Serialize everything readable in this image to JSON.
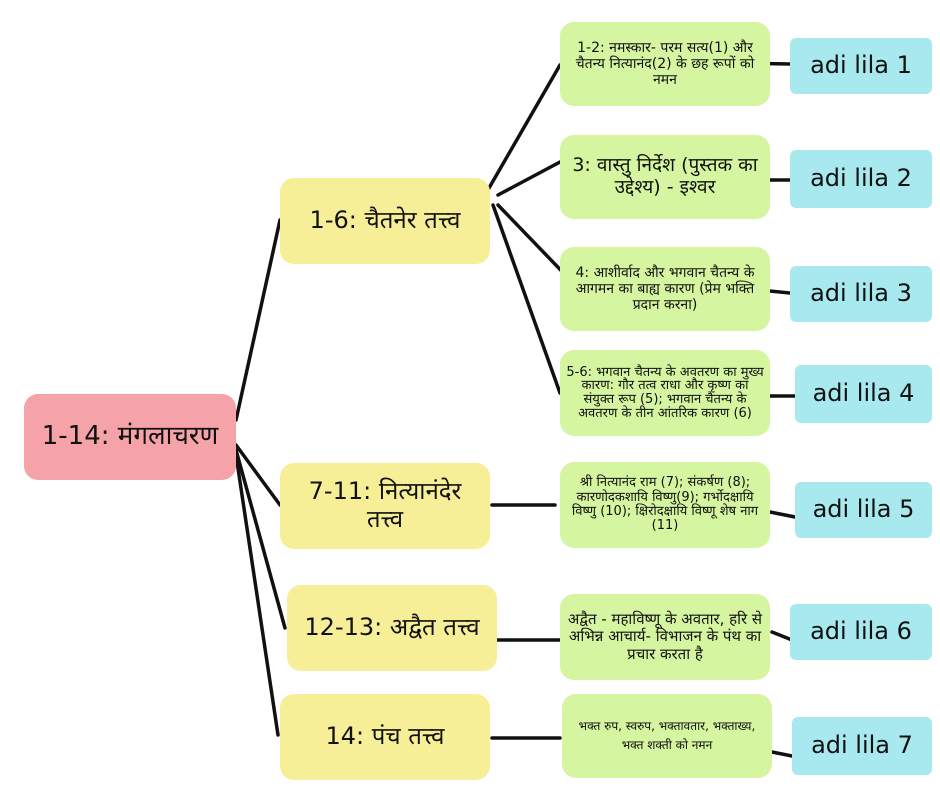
{
  "root": "1-14: मंगलाचरण",
  "sections": [
    {
      "label": "1-6: चैतनेर तत्त्व"
    },
    {
      "label": "7-11: नित्यानंदेर तत्त्व"
    },
    {
      "label": "12-13: अद्वैत तत्त्व"
    },
    {
      "label": "14: पंच तत्त्व"
    }
  ],
  "details": [
    "1-2: नमस्कार- परम सत्य(1) और चैतन्य नित्यानंद(2) के छह रूपों को नमन",
    "3: वास्तु निर्देश (पुस्तक का उद्देश्य) - इश्वर",
    "4: आशीर्वाद और भगवान चैतन्य के आगमन का बाह्य कारण (प्रेम भक्ति प्रदान करना)",
    "5-6: भगवान चैतन्य के अवतरण का मुख्य कारण: गौर तत्व राधा और कृष्ण का संयुक्त रूप (5); भगवान चैतन्य के अवतरण के तीन आंतरिक कारण (6)",
    "श्री नित्यानंद राम (7); संकर्षण (8); कारणोदकशायि विष्णु(9); गर्भोदक्षायि विष्णु (10); क्षिरोदक्षायि विष्णू शेष नाग (11)",
    "अद्वैत - महाविष्णू के अवतार, हरि से अभिन्न आचार्य- विभाजन के पंथ का प्रचार करता है",
    "भक्त रुप, स्वरुप, भक्तावतार, भक्ताख्य, भक्त शक्ती को नमन"
  ],
  "lilas": [
    "adi lila 1",
    "adi lila 2",
    "adi lila 3",
    "adi lila 4",
    "adi lila 5",
    "adi lila 6",
    "adi lila 7"
  ]
}
